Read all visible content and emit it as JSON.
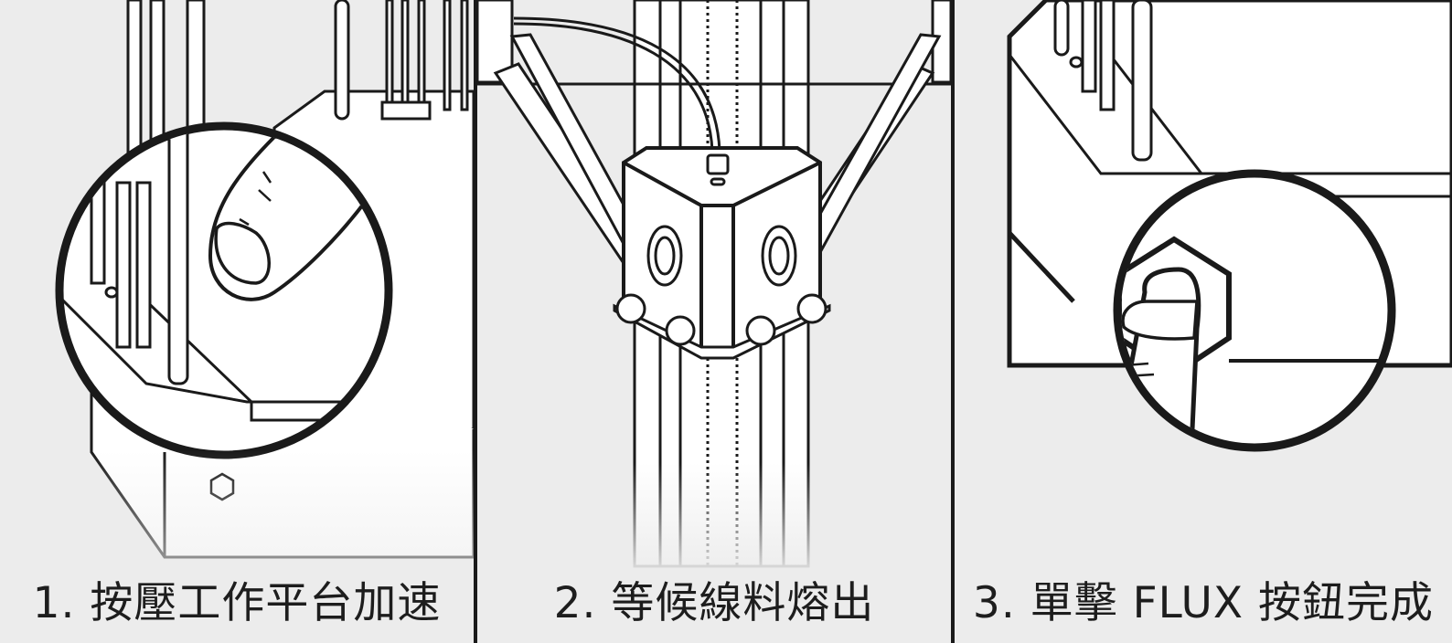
{
  "steps": [
    {
      "caption": "1. 按壓工作平台加速",
      "icon": "finger-press-icon"
    },
    {
      "caption": "2. 等候線料熔出",
      "icon": "extruder-head-icon"
    },
    {
      "caption": "3. 單擊 FLUX 按鈕完成",
      "icon": "hex-button-press-icon"
    }
  ],
  "colors": {
    "background": "#ececec",
    "line": "#1a1a1a",
    "fill": "#ffffff"
  }
}
